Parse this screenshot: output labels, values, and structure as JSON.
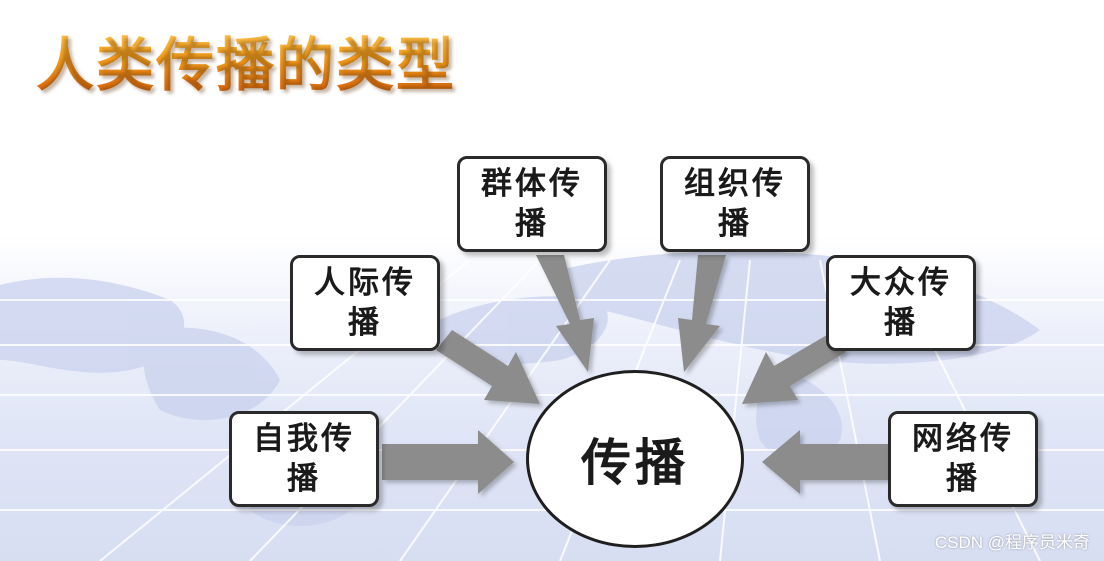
{
  "title": "人类传播的类型",
  "center_node": "传播",
  "nodes": [
    {
      "id": "self",
      "label": "自我传播"
    },
    {
      "id": "interpersonal",
      "label": "人际传播"
    },
    {
      "id": "group",
      "label": "群体传播"
    },
    {
      "id": "organizational",
      "label": "组织传播"
    },
    {
      "id": "mass",
      "label": "大众传播"
    },
    {
      "id": "network",
      "label": "网络传播"
    }
  ],
  "watermark": "CSDN @程序员米奇",
  "colors": {
    "title_gradient_top": "#ffd36a",
    "title_gradient_bottom": "#d1580a",
    "arrow": "#8a8a8a",
    "border": "#2a2a2a"
  }
}
